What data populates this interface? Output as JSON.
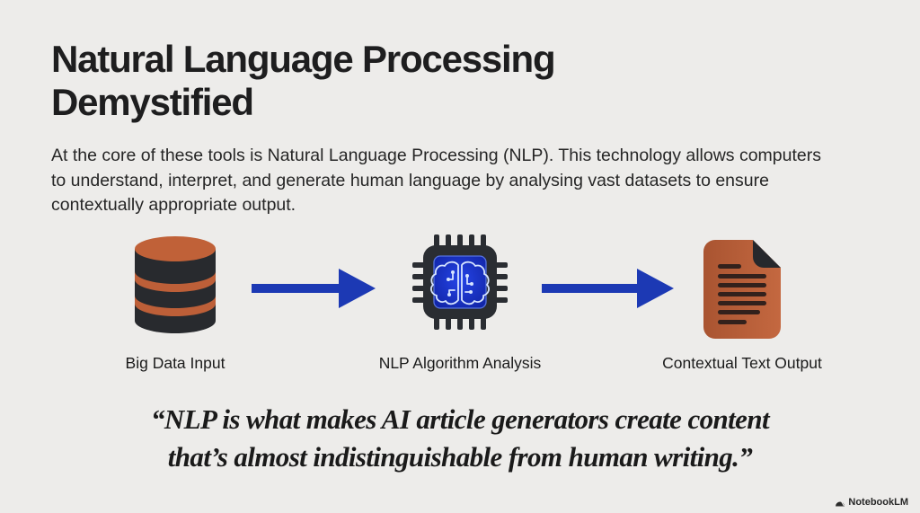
{
  "slide": {
    "title": "Natural Language Processing\nDemystified",
    "body": "At the core of these tools is Natural Language Processing (NLP). This technology allows computers\nto understand, interpret, and generate human language by analysing vast datasets to ensure\ncontextually appropriate output.",
    "quote": "“NLP is what makes AI article generators create content\nthat’s almost indistinguishable from human writing.”",
    "watermark": "NotebookLM"
  },
  "diagram": {
    "steps": [
      {
        "icon": "database-icon",
        "label": "Big Data Input"
      },
      {
        "icon": "chip-brain-icon",
        "label": "NLP Algorithm Analysis"
      },
      {
        "icon": "document-icon",
        "label": "Contextual Text Output"
      }
    ],
    "arrows": [
      {
        "icon": "arrow-right-icon"
      },
      {
        "icon": "arrow-right-icon"
      }
    ]
  },
  "colors": {
    "background": "#edecea",
    "heading_text": "#1e1e1f",
    "body_text": "#262626",
    "arrow_blue": "#1c39b4",
    "icon_dark": "#2a2d32",
    "icon_orange": "#bb5f3a",
    "chip_inner_blue": "#1e35d2",
    "brain_line_blue": "#d6e4ff"
  }
}
